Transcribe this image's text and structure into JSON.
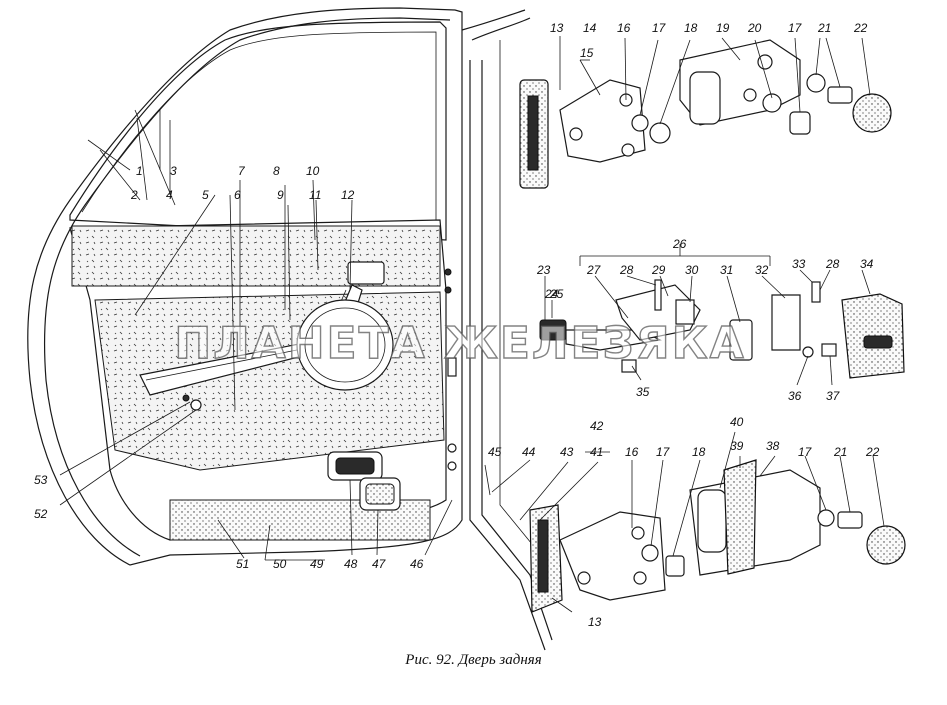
{
  "caption": "Рис. 92. Дверь задняя",
  "watermark": "ПЛАНЕТА ЖЕЛЕЗЯКА",
  "labels": [
    "1",
    "2",
    "3",
    "4",
    "5",
    "6",
    "7",
    "8",
    "9",
    "10",
    "11",
    "12",
    "13",
    "13",
    "14",
    "15",
    "16",
    "16",
    "17",
    "17",
    "17",
    "17",
    "18",
    "18",
    "19",
    "20",
    "21",
    "21",
    "22",
    "22",
    "23",
    "24",
    "25",
    "26",
    "27",
    "28",
    "28",
    "29",
    "30",
    "31",
    "32",
    "33",
    "34",
    "35",
    "36",
    "37",
    "38",
    "39",
    "40",
    "41",
    "42",
    "43",
    "44",
    "45",
    "46",
    "47",
    "48",
    "49",
    "50",
    "51",
    "52",
    "53"
  ]
}
